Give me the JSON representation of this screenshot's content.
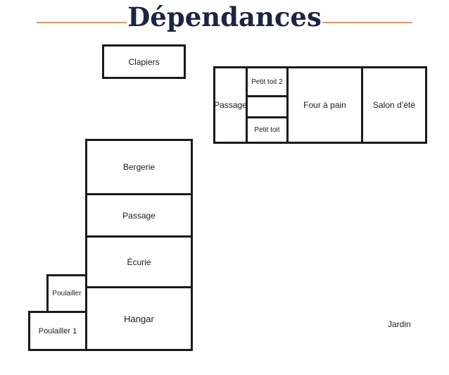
{
  "title": "Dépendances",
  "rooms": {
    "clapiers": "Clapiers",
    "passage_top": "Passage",
    "petit_toit_2": "Petit toit 2",
    "petit_toit_middle": "",
    "petit_toit": "Petit toit",
    "four_a_pain": "Four à pain",
    "salon_ete": "Salon d’été",
    "bergerie": "Bergerie",
    "passage_left": "Passage",
    "ecurie": "Écurie",
    "hangar": "Hangar",
    "poulailler": "Poulailler",
    "poulailler_1": "Poulailler 1"
  },
  "labels": {
    "jardin": "Jardin"
  },
  "colors": {
    "title": "#1c2541",
    "accent_rule": "#d69a6a",
    "wall": "#1a1a1a"
  }
}
